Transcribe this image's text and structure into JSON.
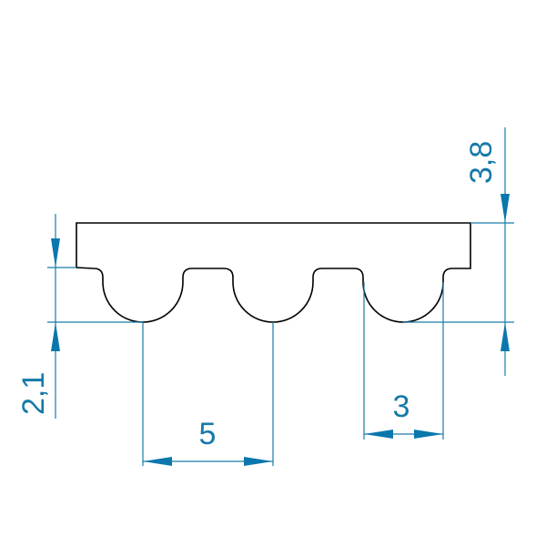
{
  "dimensions": {
    "tooth_height": "2,1",
    "total_height": "3,8",
    "pitch": "5",
    "tooth_width": "3"
  },
  "colors": {
    "dimension": "#1a7ca8",
    "outline": "#000000"
  }
}
